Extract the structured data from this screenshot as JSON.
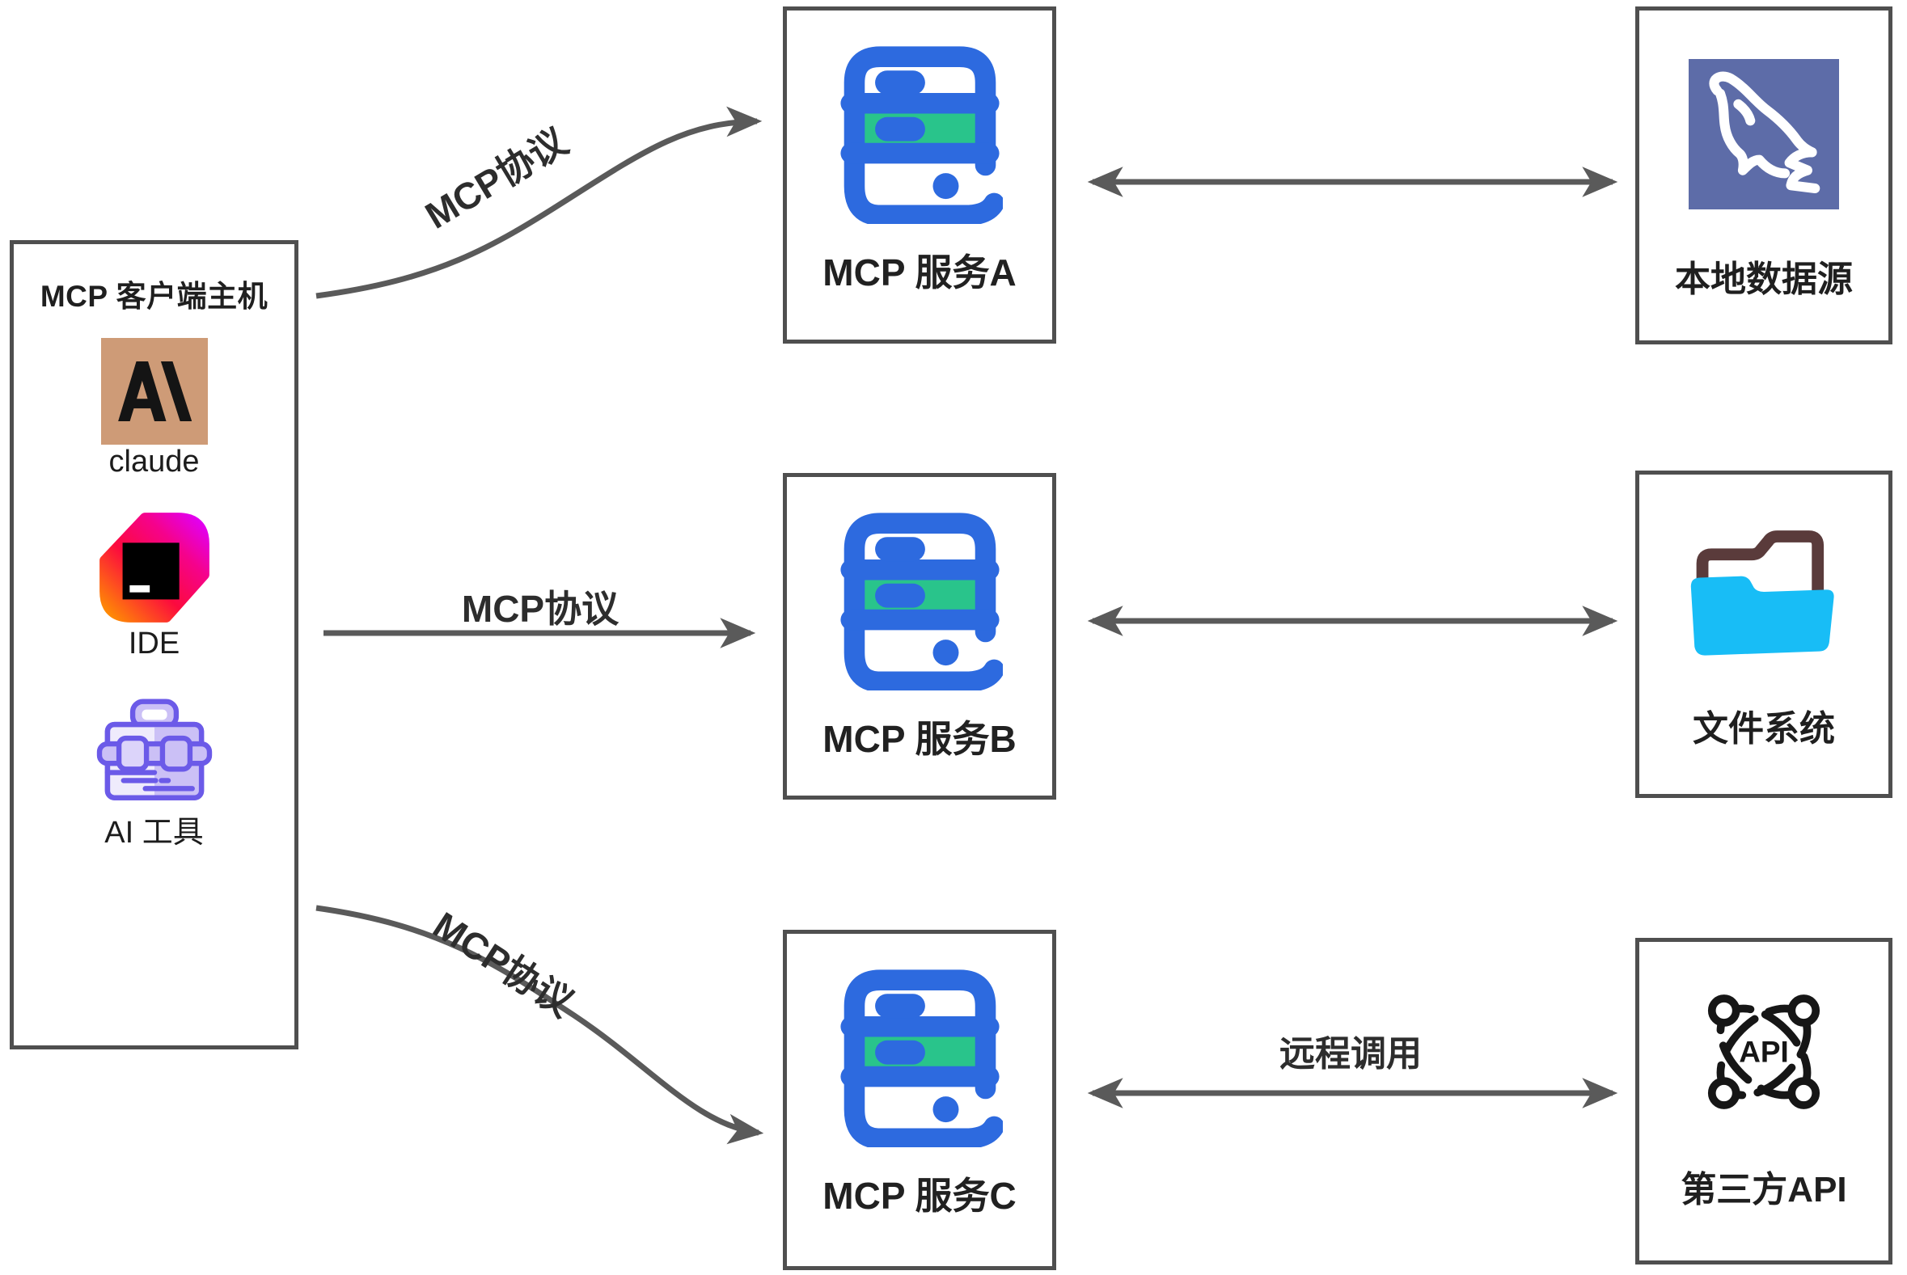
{
  "diagram": {
    "client": {
      "title": "MCP 客户端主机",
      "apps": [
        {
          "name": "claude",
          "label": "claude"
        },
        {
          "name": "ide",
          "label": "IDE"
        },
        {
          "name": "ai-tools",
          "label": "AI 工具"
        }
      ]
    },
    "servers": [
      {
        "label": "MCP 服务A"
      },
      {
        "label": "MCP 服务B"
      },
      {
        "label": "MCP 服务C"
      }
    ],
    "resources": [
      {
        "label": "本地数据源"
      },
      {
        "label": "文件系统"
      },
      {
        "label": "第三方API",
        "icon_text": "API"
      }
    ],
    "edges": {
      "client_server_a": "MCP协议",
      "client_server_b": "MCP协议",
      "client_server_c": "MCP协议",
      "server_c_api": "远程调用"
    },
    "colors": {
      "box_border": "#4f4f4f",
      "arrow": "#5a5a5a",
      "server_blue": "#2d6adf",
      "server_green": "#29c48b",
      "claude_bg": "#ce9b77",
      "mysql_bg": "#5d6ca8",
      "folder_front": "#18bdf6",
      "folder_back": "#5a3b3b",
      "toolbox_purple": "#6b5ae8",
      "ide_gradient": [
        "#ff9500",
        "#fc0a3e",
        "#df00ff"
      ]
    }
  }
}
